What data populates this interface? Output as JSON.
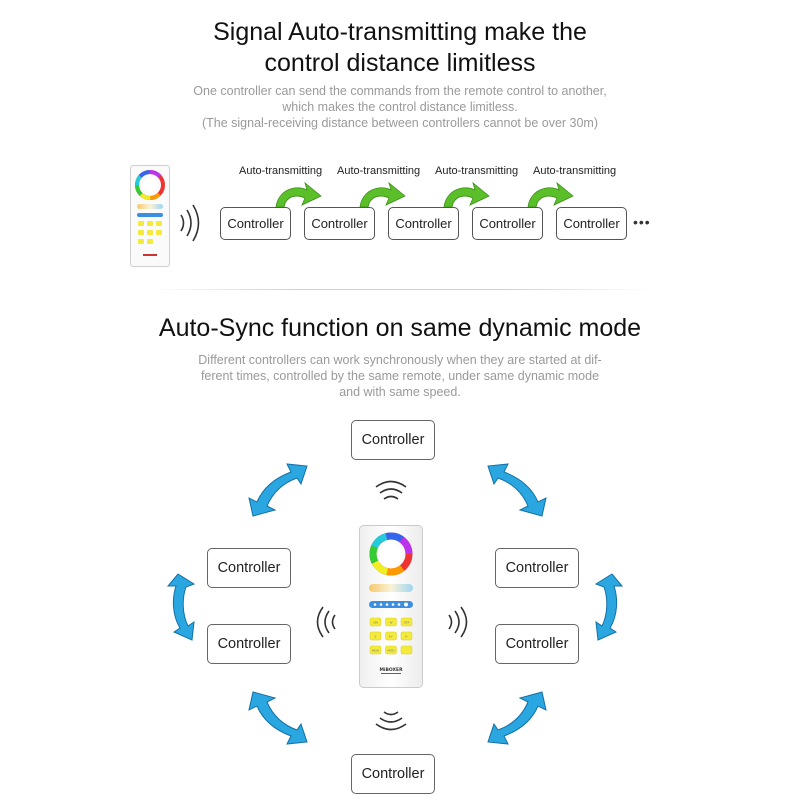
{
  "section1": {
    "title_line1": "Signal Auto-transmitting make the",
    "title_line2": "control distance limitless",
    "desc_line1": "One controller can send the commands from the remote control to another,",
    "desc_line2": "which makes the control distance limitless.",
    "desc_line3": "(The signal-receiving distance between controllers cannot be over 30m)",
    "auto_labels": [
      "Auto-transmitting",
      "Auto-transmitting",
      "Auto-transmitting",
      "Auto-transmitting"
    ],
    "controllers": [
      "Controller",
      "Controller",
      "Controller",
      "Controller",
      "Controller"
    ],
    "ellipsis": "•••"
  },
  "section2": {
    "title": "Auto-Sync function on same dynamic mode",
    "desc_line1": "Different controllers can work synchronously when they are started at dif-",
    "desc_line2": "ferent times, controlled by the same remote, under same dynamic mode",
    "desc_line3": "and with same speed.",
    "controllers": [
      "Controller",
      "Controller",
      "Controller",
      "Controller",
      "Controller",
      "Controller"
    ]
  },
  "remote": {
    "brand": "MiBOXER",
    "button_labels": [
      "ON",
      "W",
      "OFF",
      "S",
      "S+",
      "S-",
      "MOD",
      "MOD"
    ]
  },
  "colors": {
    "green_arrow": "#5bbf2a",
    "blue_arrow": "#2aa7e0",
    "yellow_button": "#f3ea3c",
    "remote_blue": "#3a8fe0"
  },
  "icons": [
    "remote-control",
    "wireless-signal",
    "curved-arrow",
    "double-headed-arrow"
  ]
}
